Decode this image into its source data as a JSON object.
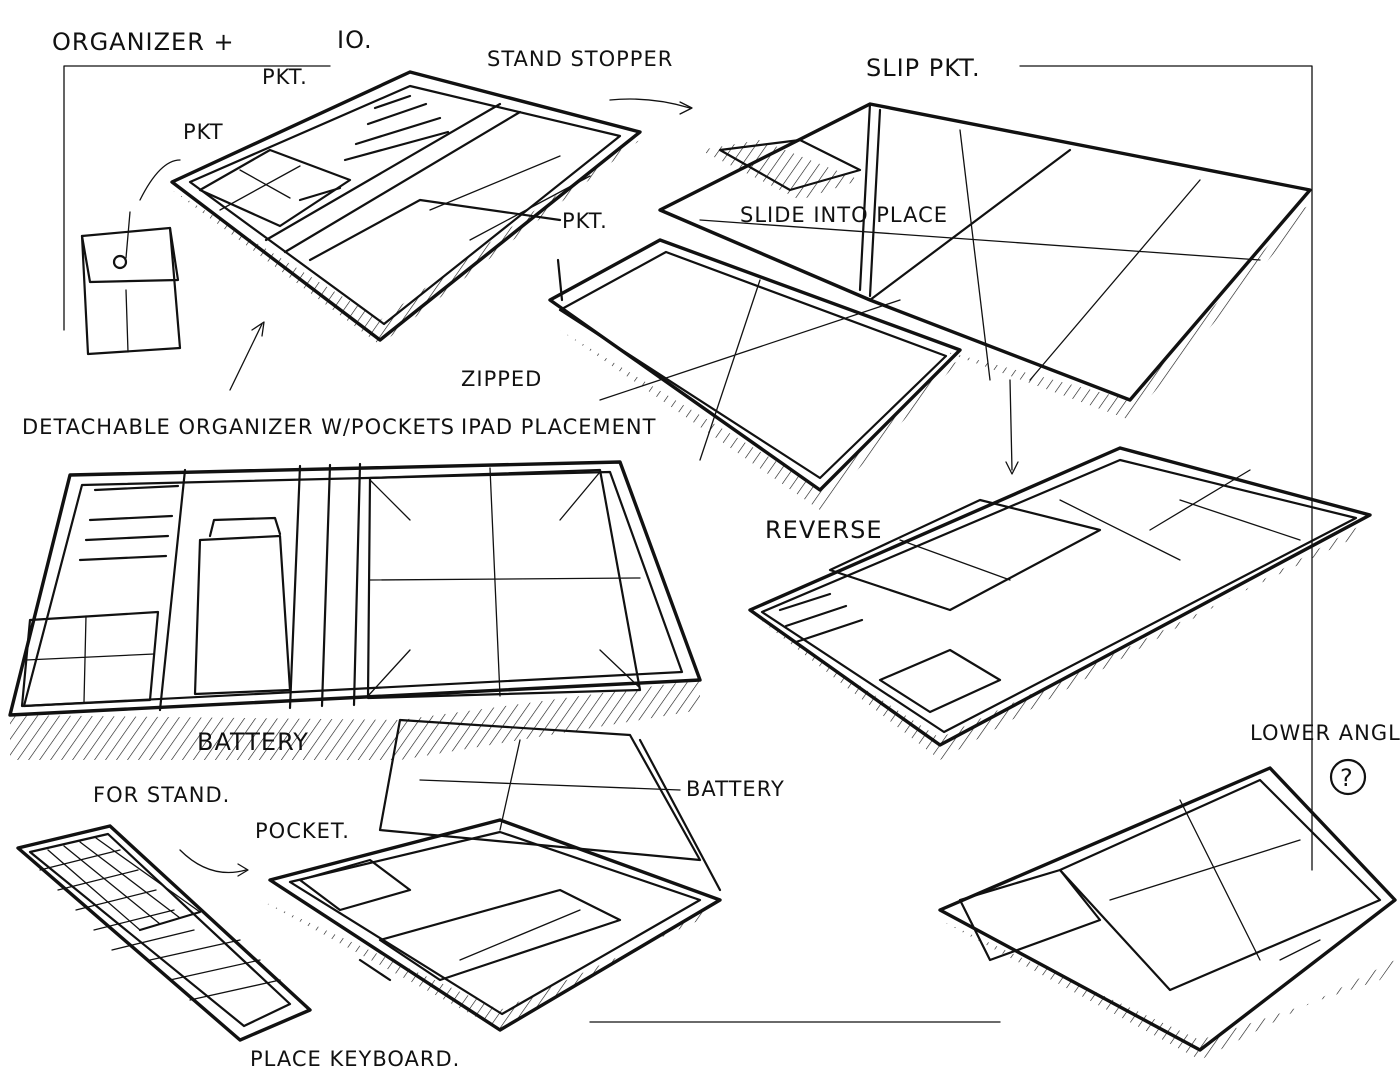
{
  "labels": {
    "title": "ORGANIZER +",
    "title_suffix": "IO.",
    "pkt_top": "PKT.",
    "pkt_left": "PKT",
    "stand_stopper": "STAND STOPPER",
    "slip_pkt": "SLIP PKT.",
    "slide_into_place": "SLIDE INTO PLACE",
    "pkt_mid": "PKT.",
    "zipped": "ZIPPED",
    "detachable_organizer": "DETACHABLE ORGANIZER W/POCKETS",
    "ipad_placement": "IPAD PLACEMENT",
    "reverse": "REVERSE",
    "battery_left": "BATTERY",
    "for_stand": "FOR STAND.",
    "battery_right": "BATTERY",
    "pocket": "POCKET.",
    "lower_angle": "LOWER ANGLE",
    "question_mark": "?",
    "place_keyboard": "PLACE KEYBOARD."
  }
}
